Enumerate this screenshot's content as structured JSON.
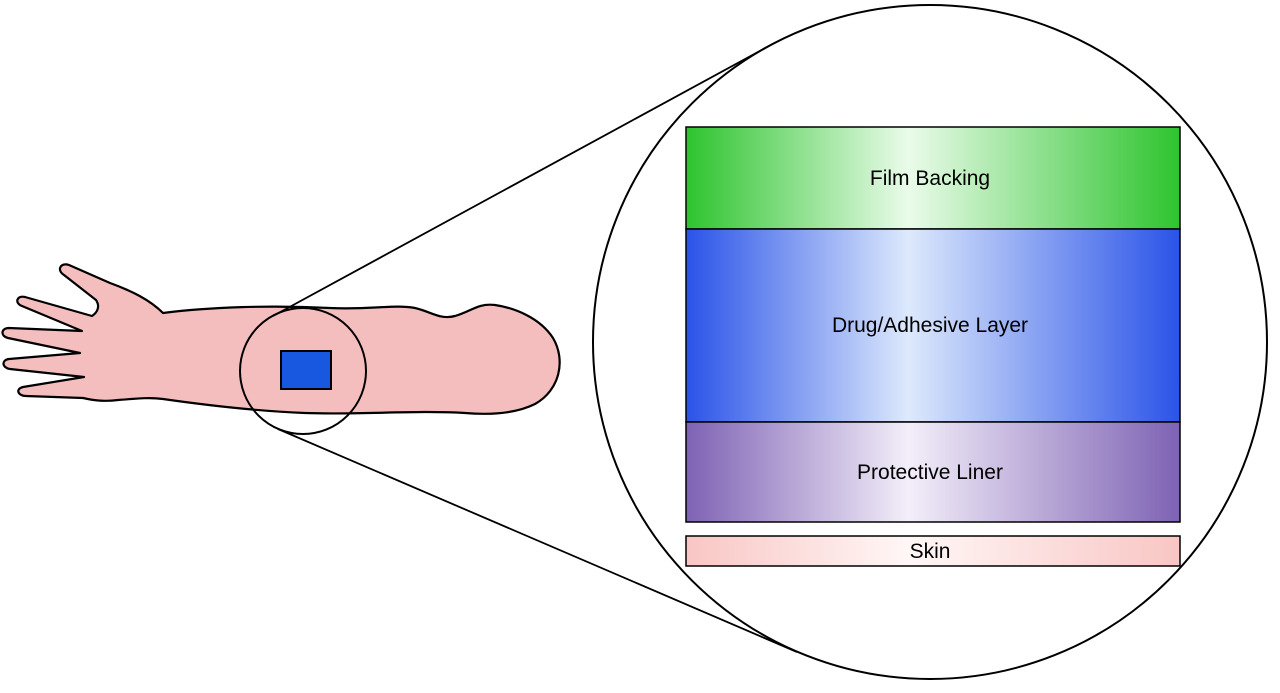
{
  "figure": {
    "background_color": "#FFFFFF",
    "outline_color": "#000000"
  },
  "arm": {
    "skin_color": "#F5BEBE",
    "patch_color": "#1857E0"
  },
  "layers": [
    {
      "label": "Film Backing",
      "edge_color": "#2EC42E",
      "center_color": "#EAFBEA"
    },
    {
      "label": "Drug/Adhesive Layer",
      "edge_color": "#2A53E8",
      "center_color": "#DDE9FC"
    },
    {
      "label": "Protective Liner",
      "edge_color": "#7E62B4",
      "center_color": "#F3EEF9"
    },
    {
      "label": "Skin",
      "edge_color": "#F8C6C4",
      "center_color": "#FFF7F6"
    }
  ]
}
